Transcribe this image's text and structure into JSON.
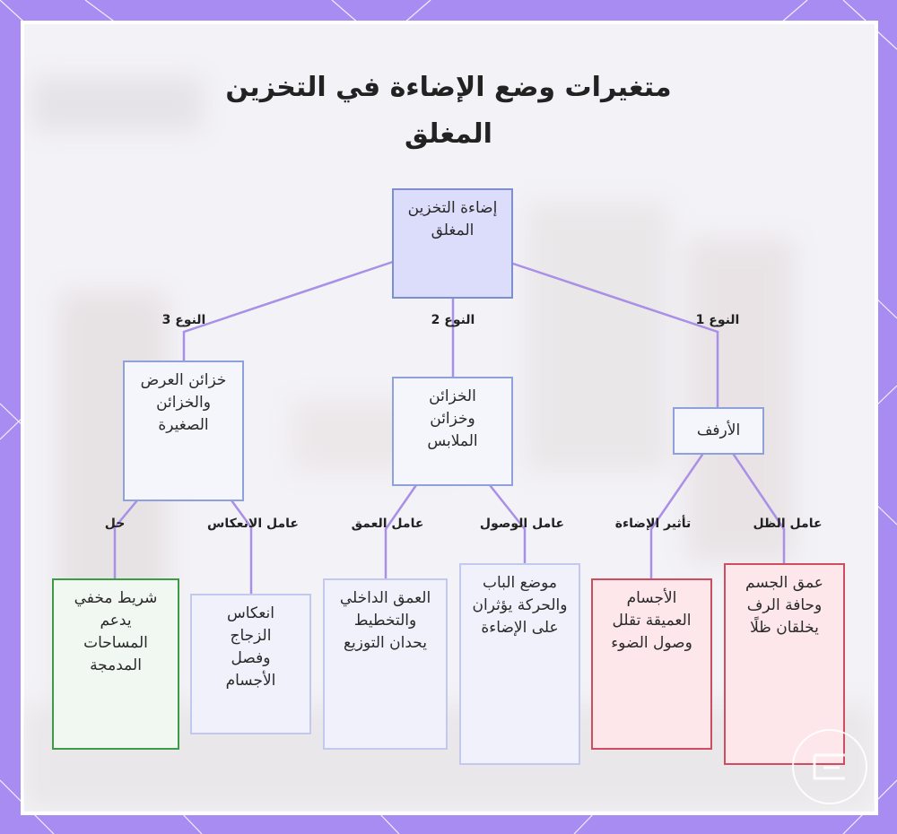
{
  "title": "متغيرات وضع الإضاءة في التخزين المغلق",
  "colors": {
    "frame": "#a88cf2",
    "connector": "#a98fe6"
  },
  "nodes": {
    "root": "إضاءة التخزين المغلق",
    "shelves": "الأرفف",
    "closets": "الخزائن وخزائن الملابس",
    "display": "خزائن العرض والخزائن الصغيرة",
    "shadow_desc": "عمق الجسم وحافة الرف يخلقان ظلًا",
    "lighting_desc": "الأجسام العميقة تقلل وصول الضوء",
    "access_desc": "موضع الباب والحركة يؤثران على الإضاءة",
    "depth_desc": "العمق الداخلي والتخطيط يحدان التوزيع",
    "reflection_desc": "انعكاس الزجاج وفصل الأجسام",
    "solution_desc": "شريط مخفي يدعم المساحات المدمجة"
  },
  "edges": {
    "type1": "النوع 1",
    "type2": "النوع 2",
    "type3": "النوع 3",
    "shadow": "عامل الظل",
    "lighting": "تأثير الإضاءة",
    "access": "عامل الوصول",
    "depth": "عامل العمق",
    "reflection": "عامل الانعكاس",
    "solution": "حل"
  },
  "icons": {
    "frame_decoration": "diagonal-lines",
    "logo": "brand-logo-icon",
    "background": "blurred-closet-photo"
  }
}
